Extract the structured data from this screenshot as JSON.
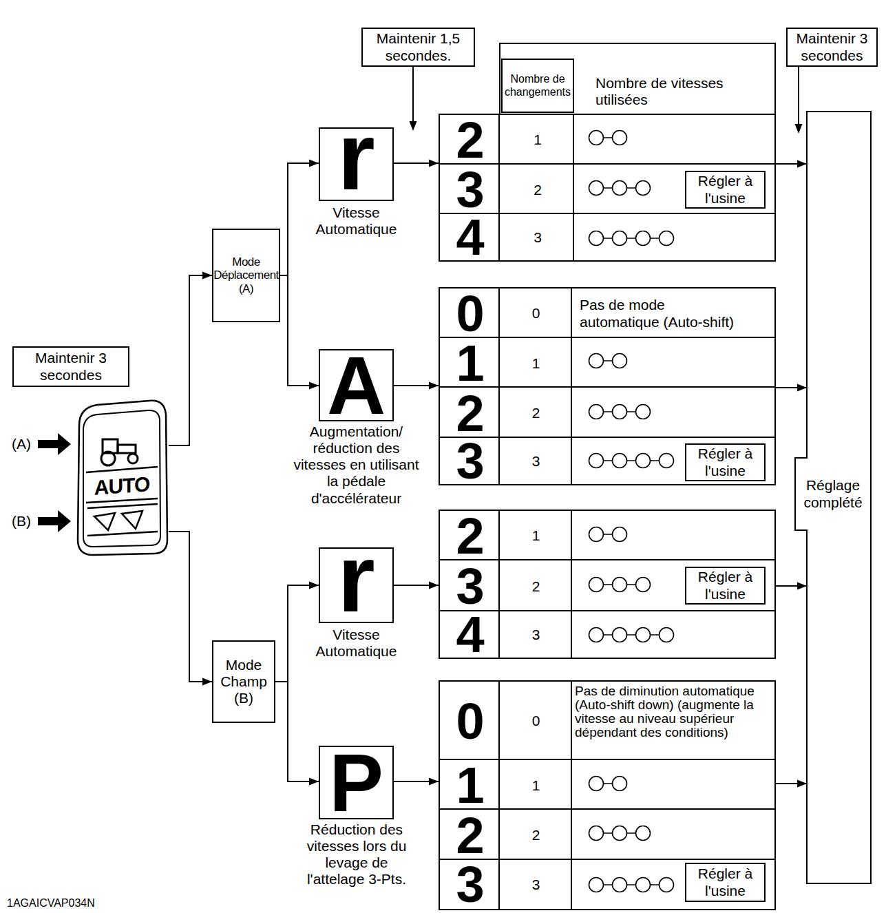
{
  "diagram": {
    "nodes": [
      {
        "text": [
          "Maintenir 3 secondes"
        ]
      },
      {
        "text": [
          "AUTO"
        ]
      },
      {
        "text": [
          "Maintenir 1,5 secondes."
        ]
      },
      {
        "text": [
          "Nombre de changements",
          "Nombre de vitesses utilisées"
        ]
      },
      {
        "text": [
          "Maintenir 3 secondes"
        ]
      },
      {
        "text": [
          "Mode Déplacement (A)"
        ]
      },
      {
        "text": [
          "r",
          "Vitesse Automatique"
        ]
      },
      {
        "text": [
          "2",
          "1",
          "3",
          "2",
          "4",
          "3"
        ]
      },
      {
        "text": [
          "Régler à l'usine"
        ],
        "in": 7
      },
      {
        "text": [
          "A",
          "Augmentation/ réduction des vitesses en utilisant la pédale d'accélérateur"
        ]
      },
      {
        "text": [
          "0",
          "0",
          "Pas de mode automatique (Auto-shift)",
          "1",
          "1",
          "2",
          "2",
          "3",
          "3"
        ]
      },
      {
        "text": [
          "Régler à l'usine"
        ],
        "in": 10
      },
      {
        "text": [
          "Mode Champ (B)"
        ]
      },
      {
        "text": [
          "r",
          "Vitesse Automatique"
        ]
      },
      {
        "text": [
          "2",
          "1",
          "3",
          "2",
          "4",
          "3"
        ]
      },
      {
        "text": [
          "Régler à l'usine"
        ],
        "in": 14
      },
      {
        "text": [
          "P",
          "Réduction des vitesses lors du levage de l'attelage 3-Pts."
        ]
      },
      {
        "text": [
          "0",
          "0",
          "Pas de diminution automatique (Auto-shift down) (augmente la vitesse au niveau supérieur dépendant des conditions)",
          "1",
          "1",
          "2",
          "2",
          "3",
          "3"
        ]
      },
      {
        "text": [
          "Régler à l'usine"
        ],
        "in": 17
      },
      {
        "text": [
          "Réglage complété"
        ]
      }
    ],
    "edges": [
      {
        "from": 1,
        "to": 5,
        "arrow": "to"
      },
      {
        "from": 1,
        "to": 12,
        "arrow": "to"
      },
      {
        "from": 5,
        "to": 6,
        "arrow": "to"
      },
      {
        "from": 5,
        "to": 9,
        "arrow": "to"
      },
      {
        "from": 12,
        "to": 13,
        "arrow": "to"
      },
      {
        "from": 12,
        "to": 16,
        "arrow": "to"
      },
      {
        "from": 6,
        "to": 7,
        "arrow": "to"
      },
      {
        "from": 9,
        "to": 10,
        "arrow": "to"
      },
      {
        "from": 13,
        "to": 14,
        "arrow": "to"
      },
      {
        "from": 16,
        "to": 17,
        "arrow": "to"
      },
      {
        "from": 7,
        "to": 19,
        "arrow": "to"
      },
      {
        "from": 10,
        "to": 19,
        "arrow": "to"
      },
      {
        "from": 14,
        "to": 19,
        "arrow": "to"
      },
      {
        "from": 17,
        "to": 19,
        "arrow": "to"
      }
    ],
    "labels": [
      "(A)",
      "(B)",
      "1AGAICVAP034N"
    ]
  }
}
